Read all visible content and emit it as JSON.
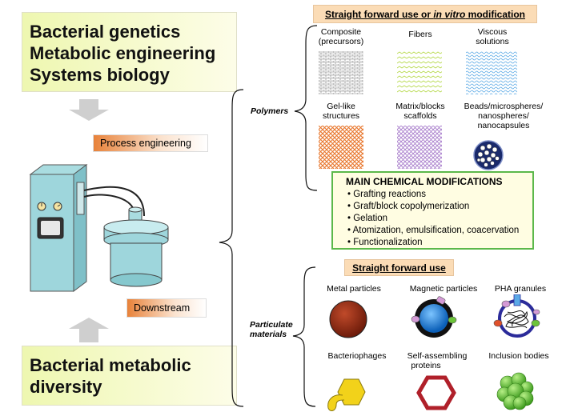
{
  "left": {
    "top_box": {
      "lines": [
        "Bacterial genetics",
        "Metabolic engineering",
        "Systems biology"
      ]
    },
    "process_label": "Process engineering",
    "downstream_label": "Downstream",
    "bottom_box": {
      "lines": [
        "Bacterial metabolic",
        "diversity"
      ]
    }
  },
  "categories": {
    "polymers": "Polymers",
    "particulate": [
      "Particulate",
      "materials"
    ]
  },
  "polymers": {
    "header_plain": "Straight forward use or ",
    "header_italic": "in vitro",
    "header_end": " modification",
    "items": [
      {
        "label": [
          "Composite",
          "(precursors)"
        ],
        "icon": "composite-mesh-icon",
        "color": "#888888"
      },
      {
        "label": [
          "Fibers"
        ],
        "icon": "fibers-icon",
        "color": "#b6d94a"
      },
      {
        "label": [
          "Viscous",
          "solutions"
        ],
        "icon": "viscous-solution-icon",
        "color": "#5aa9e6"
      },
      {
        "label": [
          "Gel-like",
          "structures"
        ],
        "icon": "gel-structure-icon",
        "color": "#e8762c"
      },
      {
        "label": [
          "Matrix/blocks",
          "scaffolds"
        ],
        "icon": "matrix-scaffold-icon",
        "color": "#a97fcc"
      },
      {
        "label": [
          "Beads/microspheres/",
          "nanospheres/",
          "nanocapsules"
        ],
        "icon": "bead-cluster-icon",
        "color": "#1a2a6c"
      }
    ]
  },
  "modifications": {
    "title": "MAIN CHEMICAL MODIFICATIONS",
    "items": [
      "Grafting reactions",
      "Graft/block copolymerization",
      "Gelation",
      "Atomization, emulsification, coacervation",
      "Functionalization"
    ]
  },
  "particulate": {
    "header": "Straight forward use",
    "items": [
      {
        "label": [
          "Metal particles"
        ],
        "icon": "metal-particle-icon",
        "color": "#a8321a"
      },
      {
        "label": [
          "Magnetic particles"
        ],
        "icon": "magnetic-particle-icon",
        "color": "#1e7fd6"
      },
      {
        "label": [
          "PHA granules"
        ],
        "icon": "pha-granule-icon",
        "color": "#2b2b9a"
      },
      {
        "label": [
          "Bacteriophages"
        ],
        "icon": "bacteriophage-icon",
        "color": "#f2d21a"
      },
      {
        "label": [
          "Self-assembling",
          "proteins"
        ],
        "icon": "hexagon-protein-icon",
        "color": "#b0202a"
      },
      {
        "label": [
          "Inclusion bodies"
        ],
        "icon": "inclusion-body-icon",
        "color": "#6cc43a"
      }
    ]
  }
}
